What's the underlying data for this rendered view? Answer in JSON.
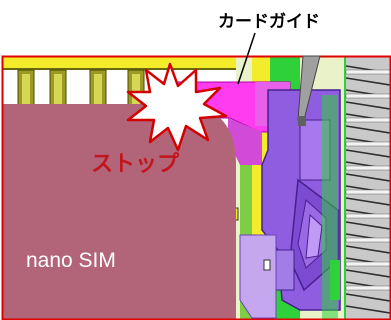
{
  "labels": {
    "card_guide": "カードガイド",
    "stop": "ストップ",
    "card": "nano SIM"
  },
  "colors": {
    "card": "#b26579",
    "frame_border": "#e00000",
    "spring_green": "#2fd13a",
    "guide_magenta": "#ff3cf0",
    "mechanism_purple": "#8f5ee0",
    "yellow_housing": "#f2ec2a",
    "olive_contacts": "#9c9a22",
    "stop_text": "#c3151d"
  },
  "icons": [
    "collision-burst-icon",
    "leader-line",
    "coil-spring"
  ]
}
